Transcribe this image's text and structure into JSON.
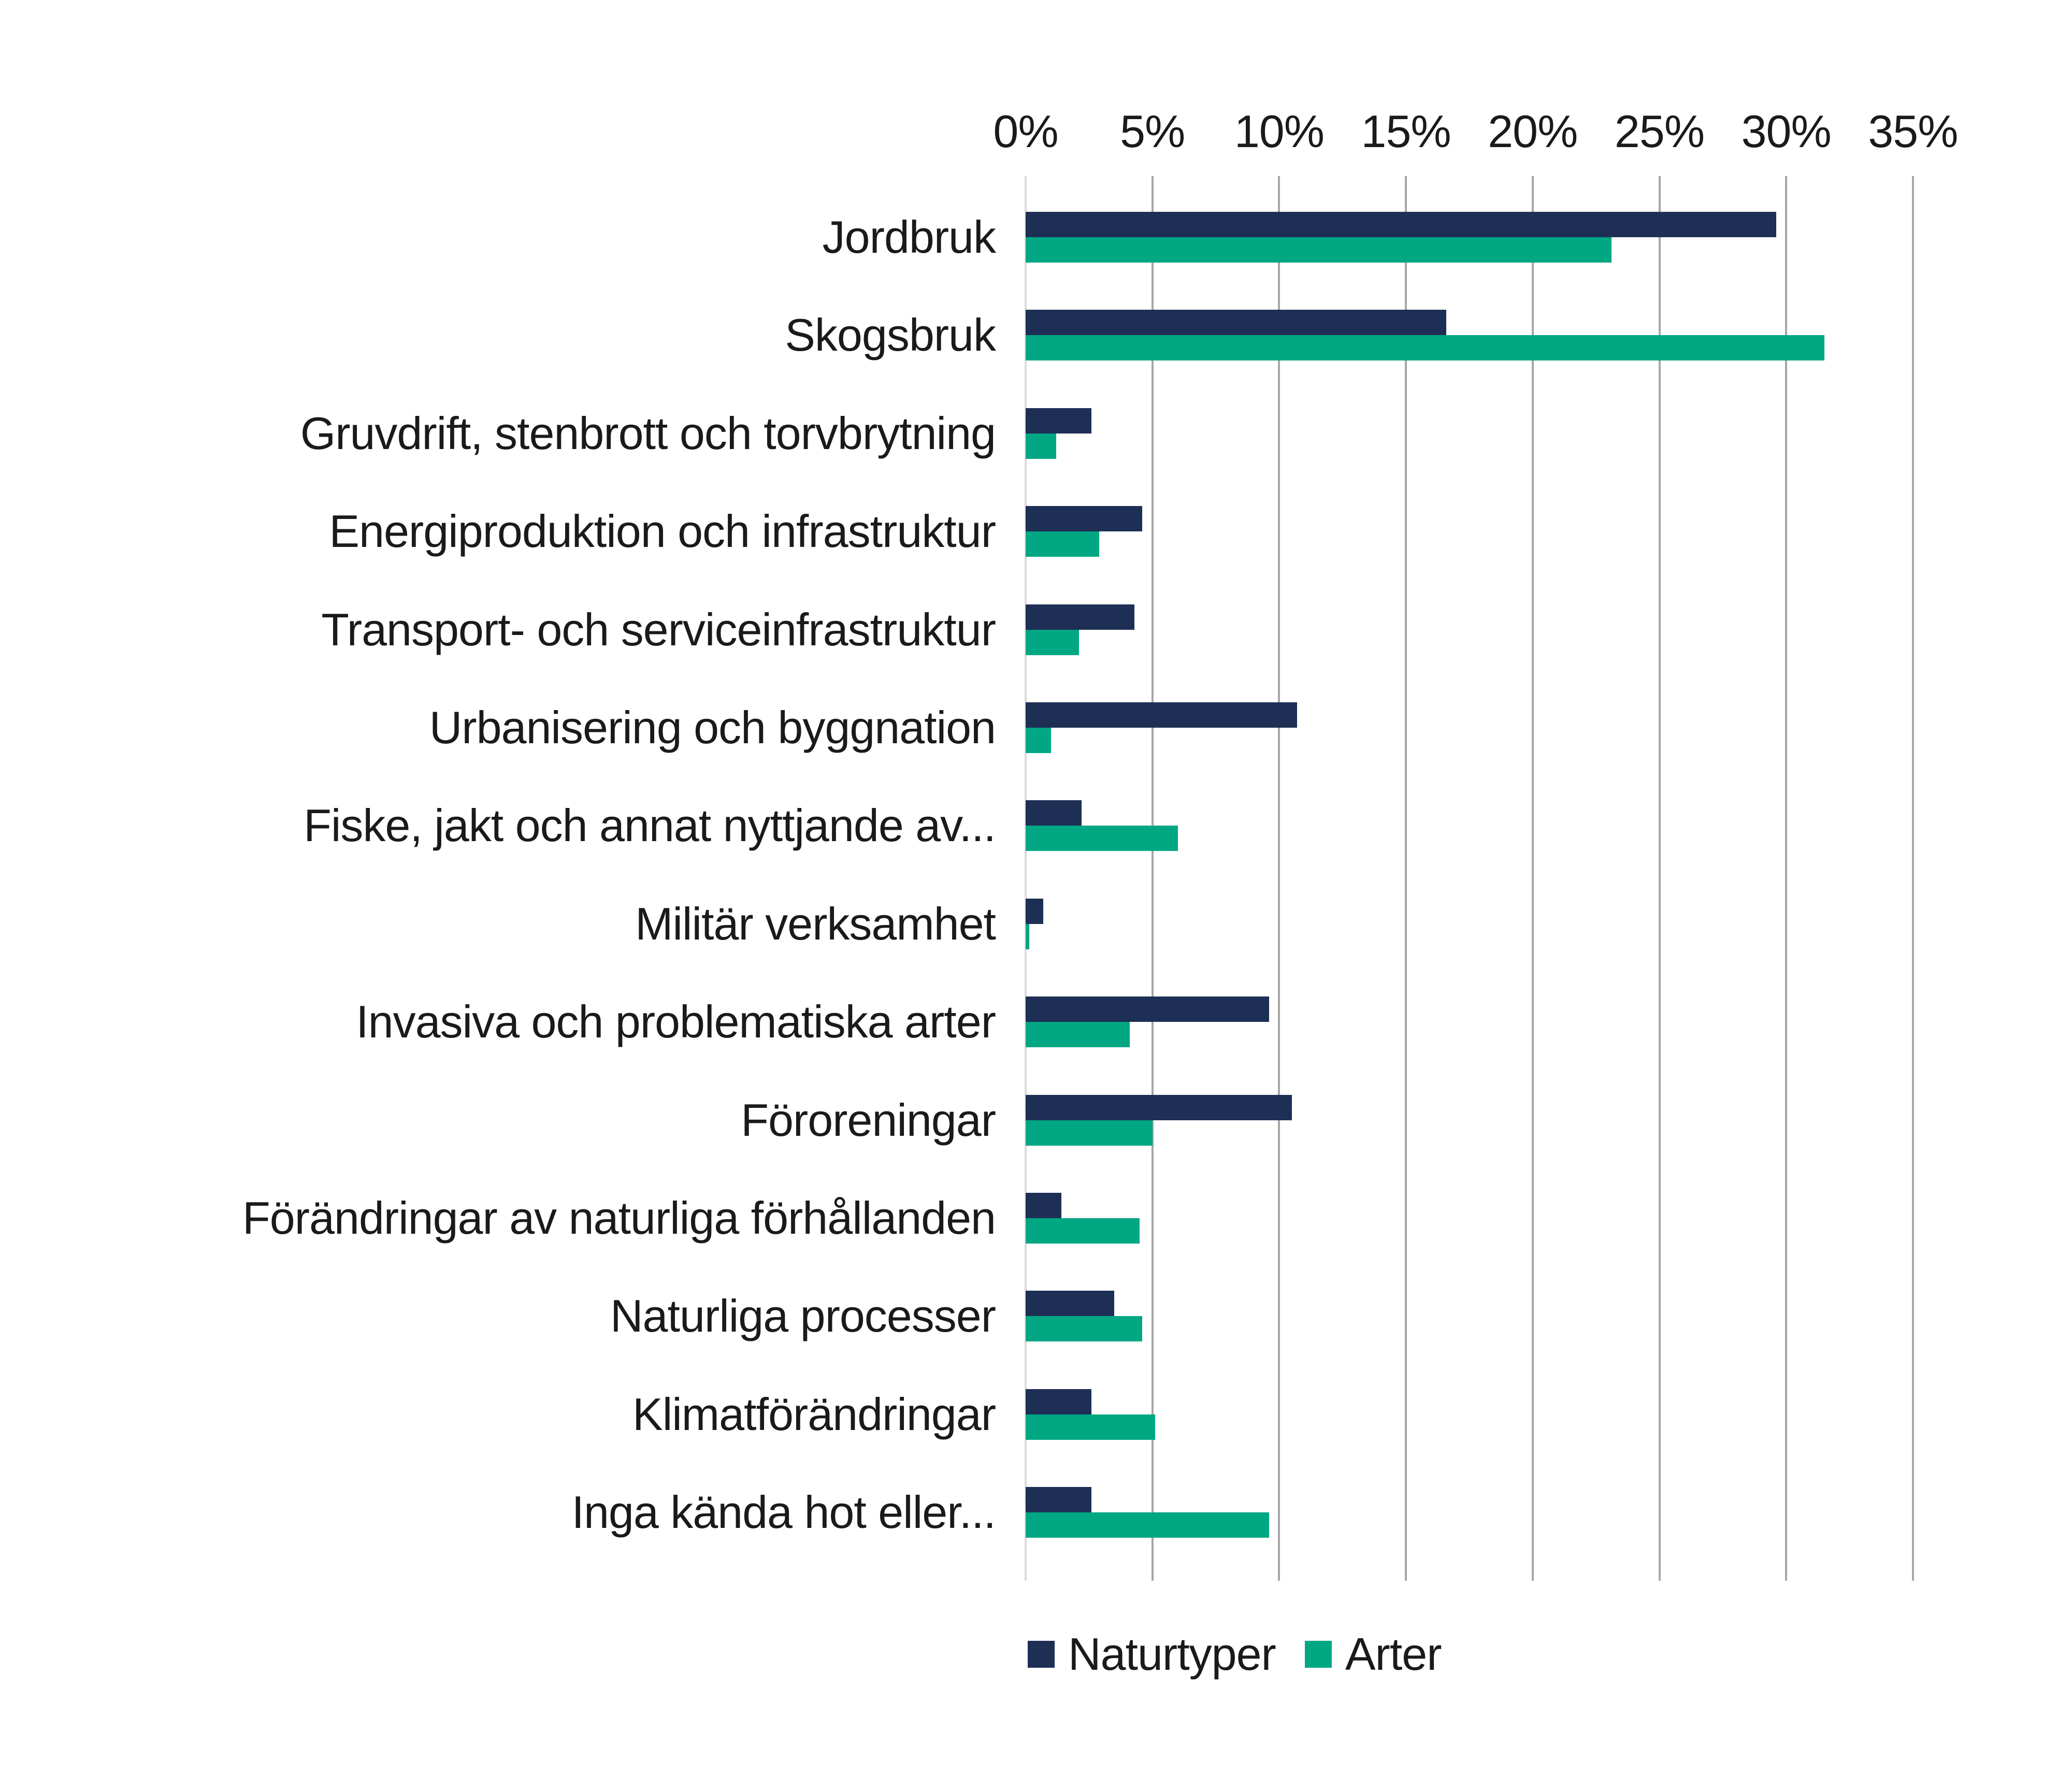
{
  "chart_data": {
    "type": "bar",
    "orientation": "horizontal",
    "title": "",
    "categories": [
      "Jordbruk",
      "Skogsbruk",
      "Gruvdrift, stenbrott och torvbrytning",
      "Energiproduktion och infrastruktur",
      "Transport- och serviceinfrastruktur",
      "Urbanisering och byggnation",
      "Fiske, jakt och annat nyttjande av...",
      "Militär verksamhet",
      "Invasiva och problematiska arter",
      "Föroreningar",
      "Förändringar av naturliga förhållanden",
      "Naturliga processer",
      "Klimatförändringar",
      "Inga kända hot eller..."
    ],
    "series": [
      {
        "name": "Naturtyper",
        "color": "#1E2F55",
        "values": [
          29.6,
          16.6,
          2.6,
          4.6,
          4.3,
          10.7,
          2.2,
          0.7,
          9.6,
          10.5,
          1.4,
          3.5,
          2.6,
          2.6
        ]
      },
      {
        "name": "Arter",
        "color": "#00A783",
        "values": [
          23.1,
          31.5,
          1.2,
          2.9,
          2.1,
          1.0,
          6.0,
          0.15,
          4.1,
          5.0,
          4.5,
          4.6,
          5.1,
          9.6
        ]
      }
    ],
    "xlabel": "",
    "ylabel": "",
    "x_axis": {
      "position": "top",
      "min": 0,
      "max": 35,
      "tick_step": 5,
      "ticks": [
        "0%",
        "5%",
        "10%",
        "15%",
        "20%",
        "25%",
        "30%",
        "35%"
      ]
    },
    "legend": {
      "position": "bottom",
      "items": [
        "Naturtyper",
        "Arter"
      ]
    },
    "grid": true
  },
  "colors": {
    "gridline": "#A6A6A6",
    "zero_gridline": "#DCDCDC",
    "text": "#1A1A1A",
    "background": "#FFFFFF"
  }
}
